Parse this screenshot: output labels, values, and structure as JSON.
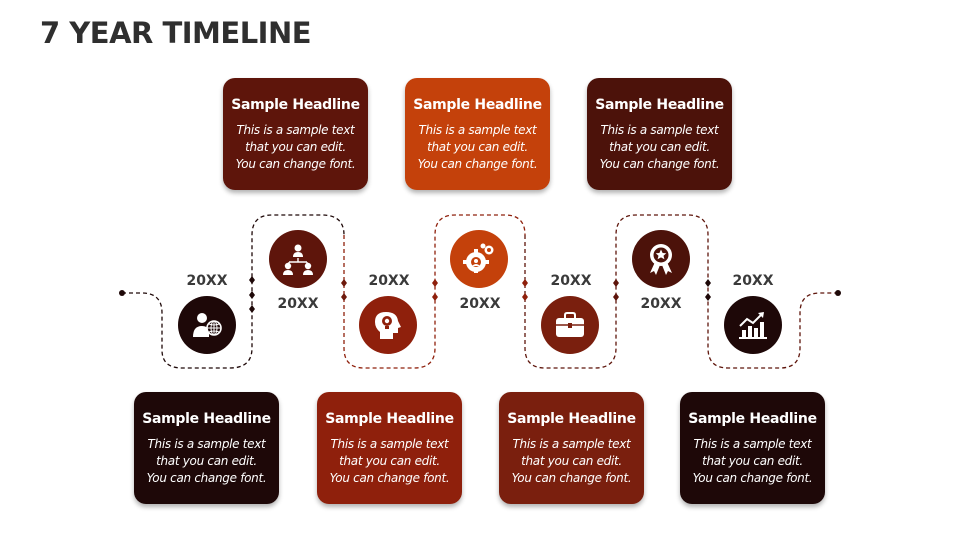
{
  "title": "7 YEAR TIMELINE",
  "colors": {
    "dark": "#1e0808",
    "maroon": "#5e150b",
    "rust": "#7a1f0e",
    "red": "#8f200c",
    "orange": "#c4410b"
  },
  "cards": [
    {
      "headline": "Sample Headline",
      "line1": "This is a sample text",
      "line2": "that you can edit.",
      "line3": "You can change font."
    },
    {
      "headline": "Sample Headline",
      "line1": "This is a sample text",
      "line2": "that you can edit.",
      "line3": "You can change font."
    },
    {
      "headline": "Sample Headline",
      "line1": "This is a sample text",
      "line2": "that you can edit.",
      "line3": "You can change font."
    },
    {
      "headline": "Sample Headline",
      "line1": "This is a sample text",
      "line2": "that you can edit.",
      "line3": "You can change font."
    },
    {
      "headline": "Sample Headline",
      "line1": "This is a sample text",
      "line2": "that you can edit.",
      "line3": "You can change font."
    },
    {
      "headline": "Sample Headline",
      "line1": "This is a sample text",
      "line2": "that you can edit.",
      "line3": "You can change font."
    },
    {
      "headline": "Sample Headline",
      "line1": "This is a sample text",
      "line2": "that you can edit.",
      "line3": "You can change font."
    }
  ],
  "years": [
    "20XX",
    "20XX",
    "20XX",
    "20XX",
    "20XX",
    "20XX",
    "20XX"
  ],
  "icons": [
    "businessman-globe-icon",
    "team-network-icon",
    "idea-head-icon",
    "gear-head-icon",
    "briefcase-icon",
    "award-badge-icon",
    "growth-chart-icon"
  ]
}
